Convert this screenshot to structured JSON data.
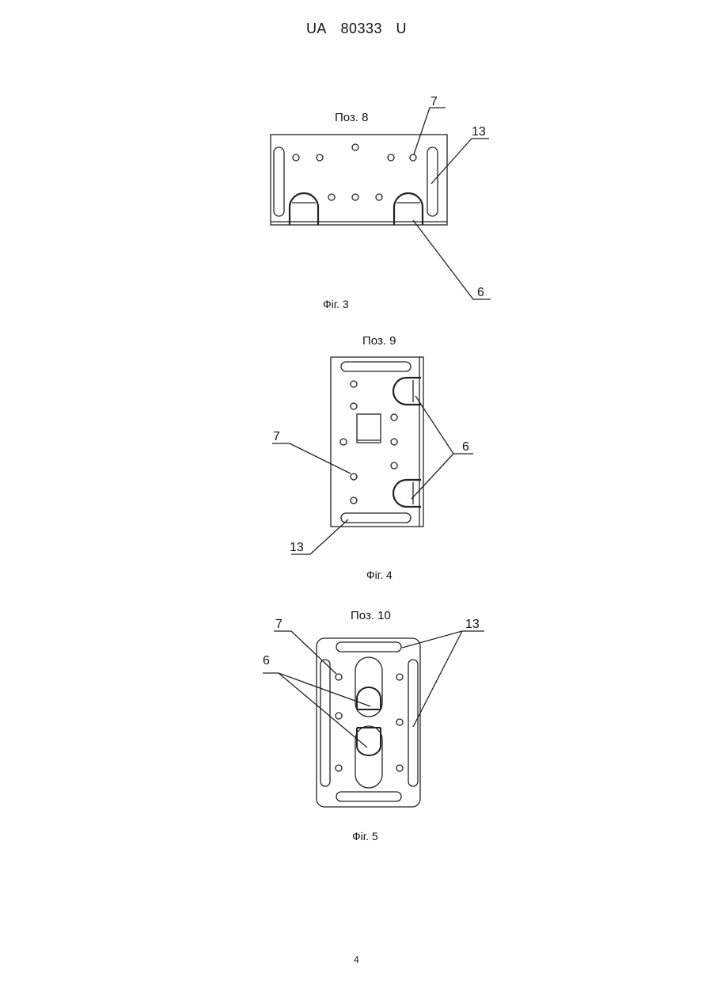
{
  "document": {
    "header": {
      "code1": "UA",
      "code2": "80333",
      "code3": "U"
    },
    "page_number": "4"
  },
  "figures": [
    {
      "position_label": "Поз. 8",
      "caption": "Фіг. 3",
      "callouts": {
        "hole": "7",
        "slot": "13",
        "hook": "6"
      }
    },
    {
      "position_label": "Поз. 9",
      "caption": "Фіг. 4",
      "callouts": {
        "hole": "7",
        "slot": "13",
        "hook": "6"
      }
    },
    {
      "position_label": "Поз. 10",
      "caption": "Фіг. 5",
      "callouts": {
        "hole": "7",
        "slot": "13",
        "hook": "6"
      }
    }
  ],
  "colors": {
    "line": "#222222",
    "paper": "#ffffff"
  }
}
